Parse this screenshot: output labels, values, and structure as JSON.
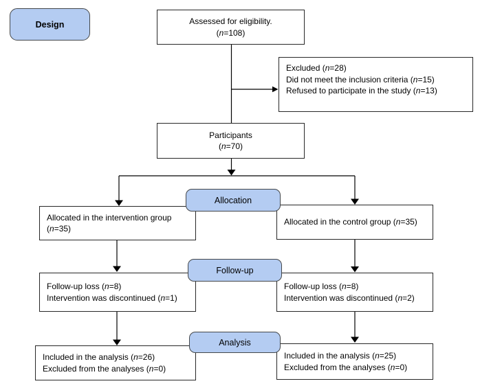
{
  "palette": {
    "stage_fill": "#b4ccf2",
    "stage_border": "#44474a",
    "box_border": "#262626",
    "line": "#000000"
  },
  "design": {
    "label": "Design"
  },
  "stage_labels": {
    "allocation": "Allocation",
    "followup": "Follow-up",
    "analysis": "Analysis"
  },
  "boxes": {
    "assessed": {
      "lines": [
        "Assessed for eligibility.",
        "(*n*=108)"
      ]
    },
    "excluded": {
      "lines": [
        "Excluded (*n*=28)",
        "Did not meet the inclusion criteria (*n*=15)",
        "Refused to participate in the study (*n*=13)"
      ]
    },
    "participants": {
      "lines": [
        "Participants",
        "(*n*=70)"
      ]
    },
    "allocated_intervention": {
      "lines": [
        "Allocated in the intervention group",
        "(*n*=35)"
      ]
    },
    "allocated_control": {
      "lines": [
        "Allocated in the control group (*n*=35)"
      ]
    },
    "followup_intervention": {
      "lines": [
        "Follow-up loss (*n*=8)",
        "Intervention was discontinued (*n*=1)"
      ]
    },
    "followup_control": {
      "lines": [
        "Follow-up loss (*n*=8)",
        "Intervention was discontinued (*n*=2)"
      ]
    },
    "analysis_intervention": {
      "lines": [
        "Included in the analysis (*n*=26)",
        "Excluded from the analyses (*n*=0)"
      ]
    },
    "analysis_control": {
      "lines": [
        "Included in the analysis (*n*=25)",
        "Excluded from the analyses (*n*=0)"
      ]
    }
  }
}
